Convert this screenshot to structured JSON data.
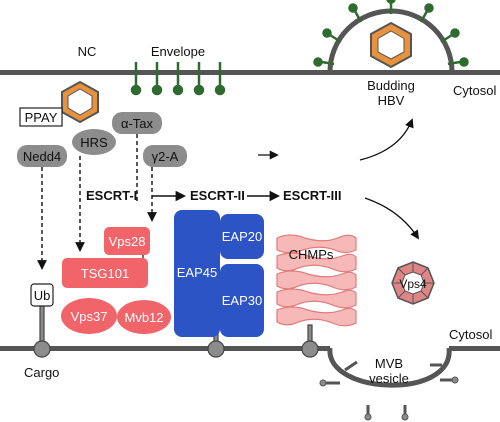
{
  "labels": {
    "nc": "NC",
    "envelope": "Envelope",
    "ppay": "PPAY",
    "budding_hbv_line1": "Budding",
    "budding_hbv_line2": "HBV",
    "cytosol_top": "Cytosol",
    "cytosol_bottom": "Cytosol",
    "cargo": "Cargo",
    "mvb_line1": "MVB",
    "mvb_line2": "vesicle",
    "alpha_tax": "α-Tax",
    "hrs": "HRS",
    "nedd4": "Nedd4",
    "gamma2a": "γ2-A",
    "escrt1": "ESCRT-I",
    "escrt2": "ESCRT-II",
    "escrt3": "ESCRT-III",
    "ub": "Ub",
    "tsg101": "TSG101",
    "vps28": "Vps28",
    "vps37": "Vps37",
    "mvb12": "Mvb12",
    "eap45": "EAP45",
    "eap20": "EAP20",
    "eap30": "EAP30",
    "chmps": "CHMPs",
    "vps4": "Vps4"
  },
  "colors": {
    "membrane": "#555555",
    "grey_protein": "#8c8c8c",
    "escrt1_red": "#f0646a",
    "escrt2_blue": "#2d54c4",
    "chmp_pink": "#f7b8b8",
    "vps4_rose": "#de8585",
    "capsid_orange": "#e8923e",
    "envelope_green": "#2f6b2f"
  },
  "icons": [
    "hexagon-capsid-icon",
    "envelope-protein-icon",
    "receptor-lollipop-icon",
    "octagon-vps4-icon"
  ]
}
